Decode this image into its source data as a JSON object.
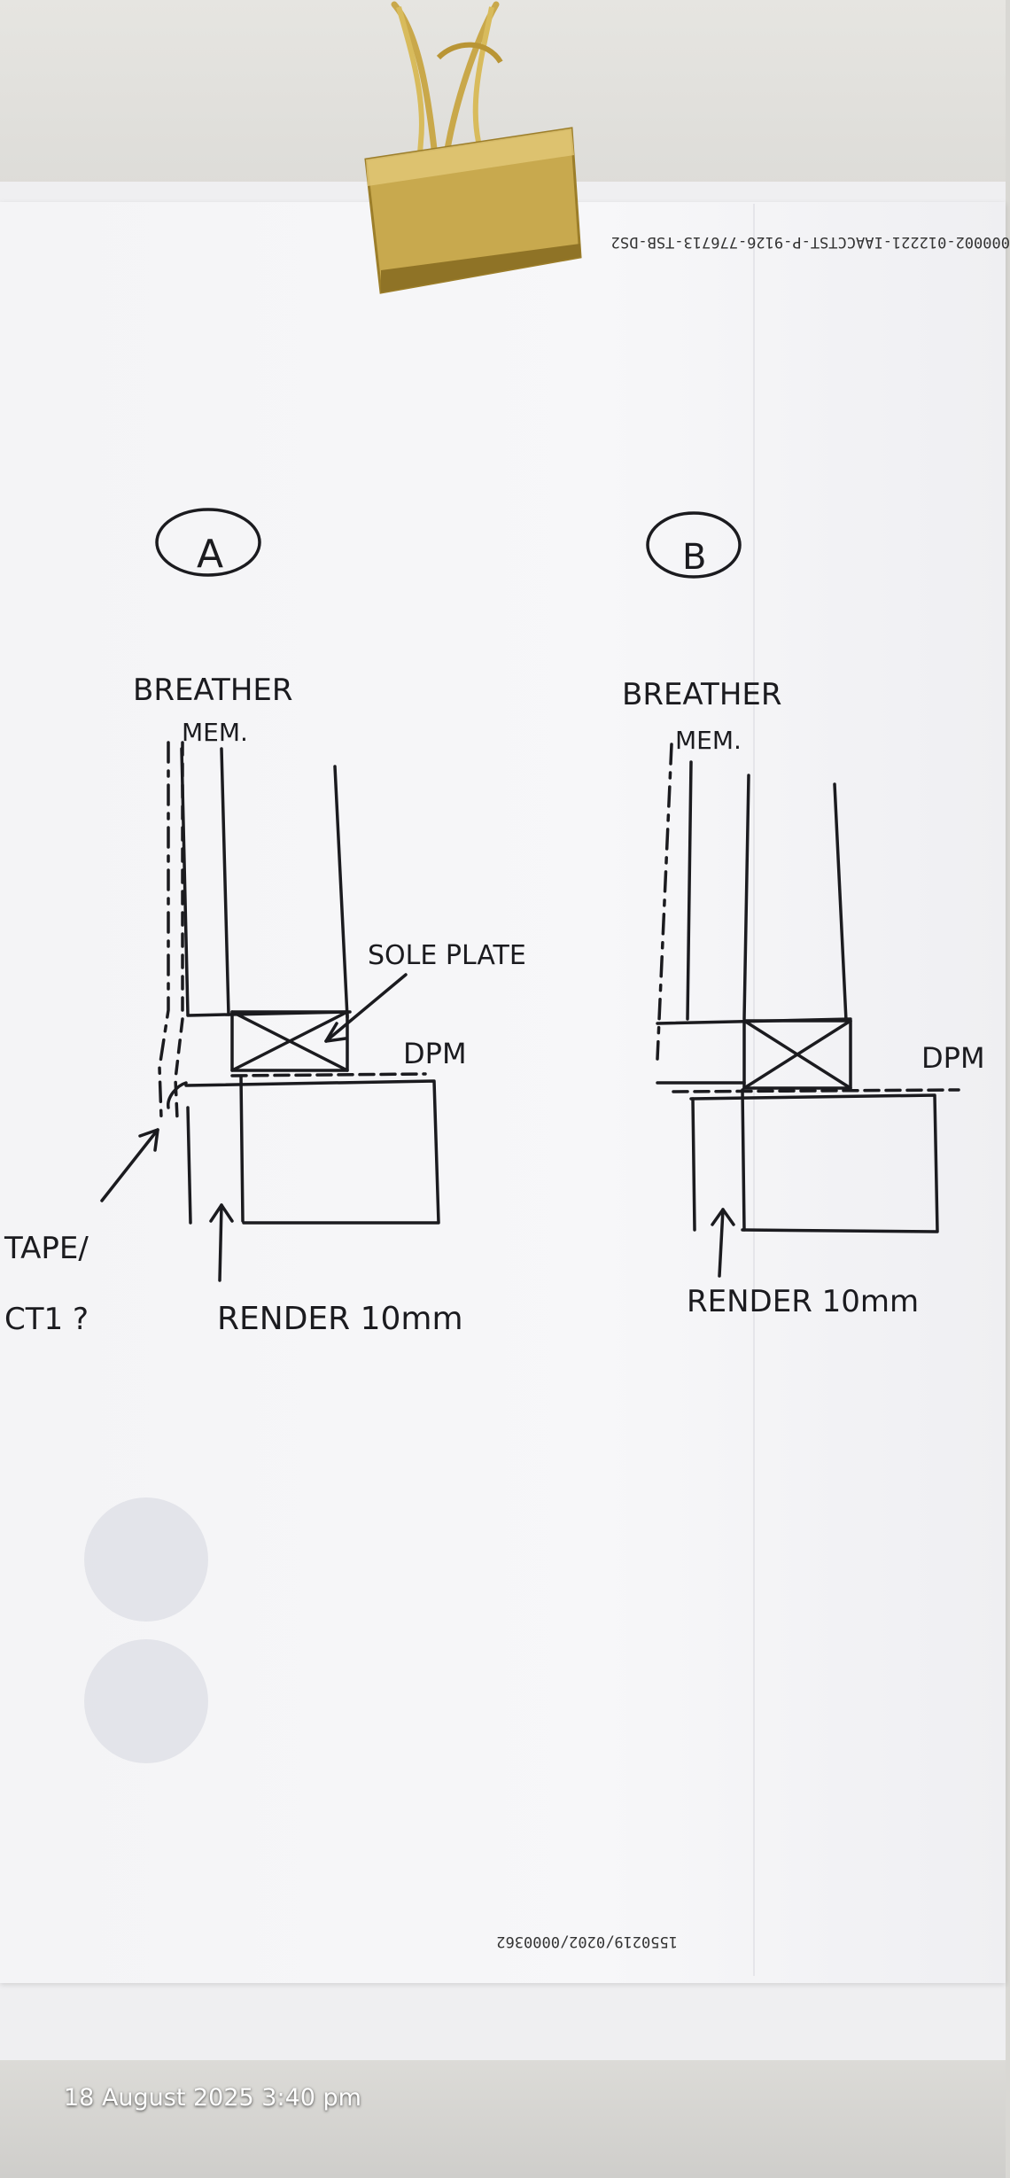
{
  "photo": {
    "timestamp": "18 August 2025 3:40 pm"
  },
  "document": {
    "header_code": "000002-012221-IAACCTST-P-9126-776713-TSB-DS2",
    "footer_code": "1550219/0202/0000362"
  },
  "sketch_a": {
    "label": "A",
    "breather_label_line1": "BREATHER",
    "breather_label_line2": "MEM.",
    "sole_plate_label": "SOLE PLATE",
    "dpm_label": "DPM",
    "tape_label_line1": "TAPE/",
    "tape_label_line2": "CT1 ?",
    "render_label": "RENDER 10mm"
  },
  "sketch_b": {
    "label": "B",
    "breather_label_line1": "BREATHER",
    "breather_label_line2": "MEM.",
    "dpm_label": "DPM",
    "render_label": "RENDER 10mm"
  },
  "colors": {
    "ink": "#1b1b1f",
    "paper": "#f6f6f8",
    "clip_gold": "#c8a94e"
  }
}
